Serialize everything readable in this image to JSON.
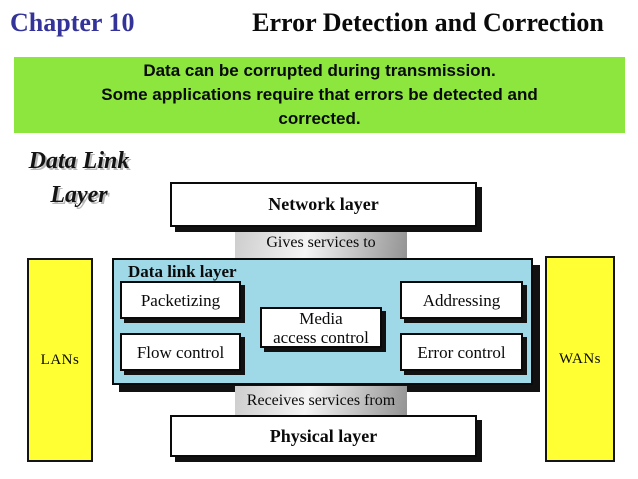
{
  "header": {
    "chapter": "Chapter 10",
    "title": "Error Detection and Correction"
  },
  "banner": {
    "lines": [
      "Data can be corrupted during transmission.",
      "Some applications require that errors be detected and",
      "corrected."
    ]
  },
  "section_heading": {
    "lines": [
      "Data Link",
      "Layer"
    ]
  },
  "diagram": {
    "network_layer": "Network layer",
    "gives_services": "Gives services to",
    "data_link_layer_label": "Data link layer",
    "packetizing": "Packetizing",
    "addressing": "Addressing",
    "media_access_lines": [
      "Media",
      "access control"
    ],
    "flow_control": "Flow control",
    "error_control": "Error control",
    "receives_services": "Receives services from",
    "physical_layer": "Physical layer",
    "lans": "LANs",
    "wans": "WANs"
  },
  "colors": {
    "chapter_blue": "#333399",
    "banner_green": "#8CE63E",
    "layer_cyan": "#9FD9E8",
    "side_yellow": "#FFFF33",
    "shadow_black": "#111111"
  }
}
